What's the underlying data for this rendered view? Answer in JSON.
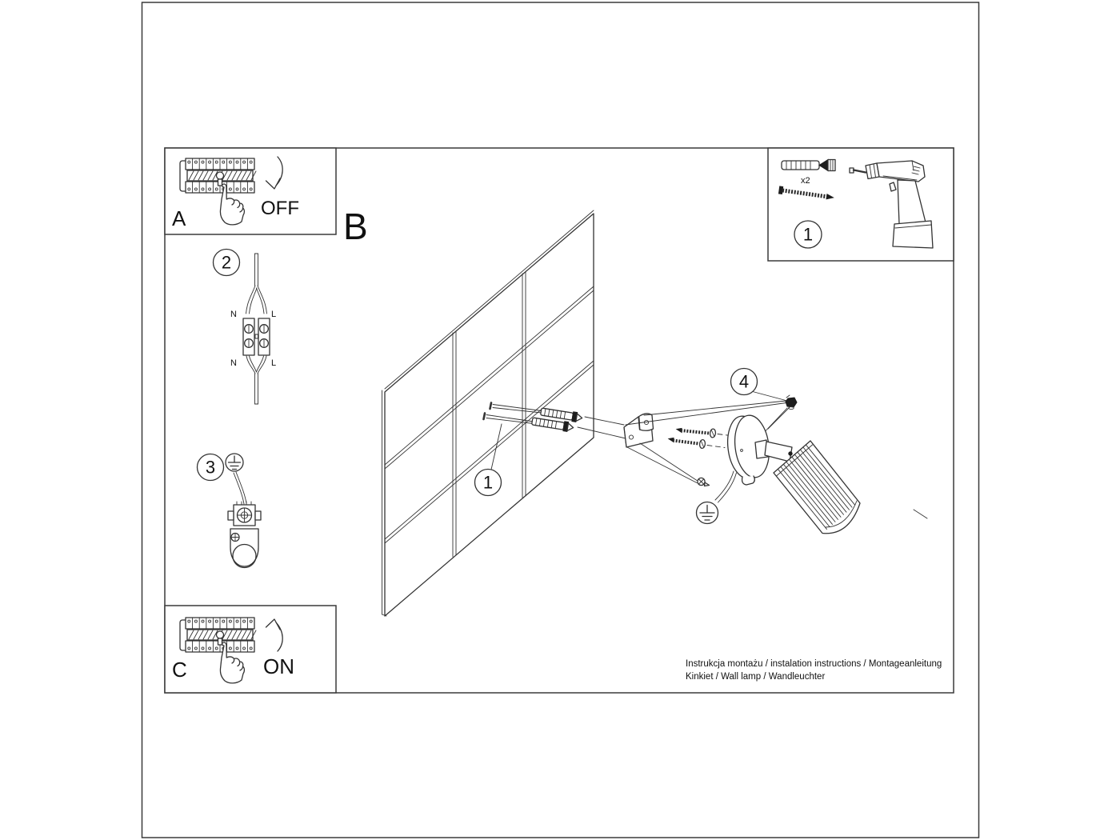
{
  "doc": {
    "footer_line1": "Instrukcja montażu / instalation instructions / Montageanleitung",
    "footer_line2": "Kinkiet / Wall lamp / Wandleuchter"
  },
  "steps": {
    "a": {
      "label": "A",
      "state": "OFF"
    },
    "b": {
      "label": "B"
    },
    "c": {
      "label": "C",
      "state": "ON"
    },
    "callout_tools": "1",
    "callout_wall": "1",
    "callout_wiring": "2",
    "callout_ground": "3",
    "callout_screw": "4"
  },
  "tools": {
    "quantity": "x2"
  },
  "terminal": {
    "n_top": "N",
    "l_top": "L",
    "n_bottom": "N",
    "l_bottom": "L"
  },
  "colors": {
    "line": "#333333",
    "background": "#ffffff"
  }
}
